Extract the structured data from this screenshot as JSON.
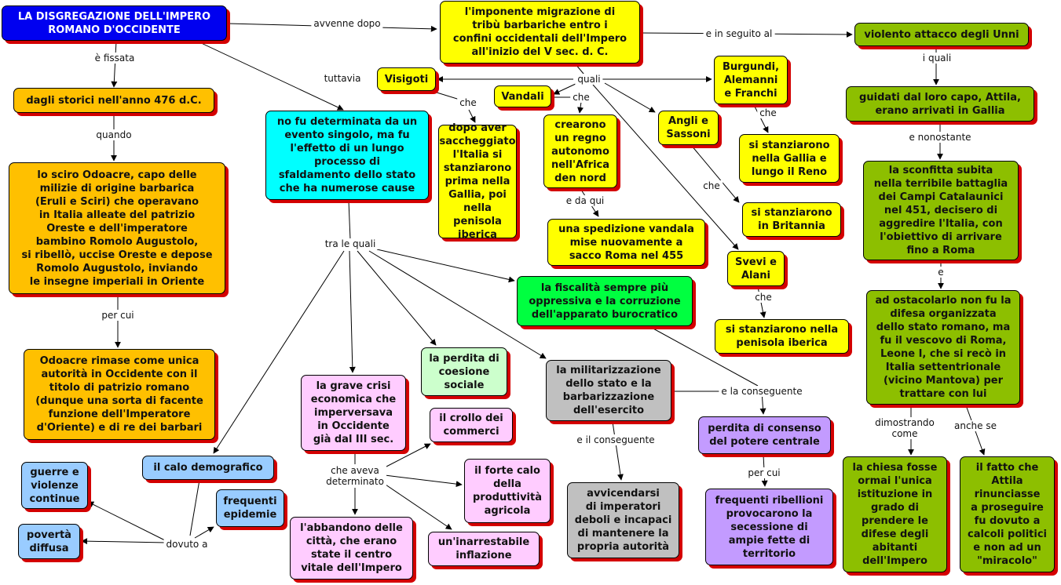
{
  "nodes": {
    "title": "LA DISGREGAZIONE DELL'IMPERO\nROMANO D'OCCIDENTE",
    "storici": "dagli storici nell'anno 476 d.C.",
    "odoacre": "lo sciro Odoacre, capo delle\nmilizie di origine barbarica\n(Eruli e Sciri) che operavano\nin Italia alleate del patrizio\nOreste e dell'imperatore\nbambino Romolo Augustolo,\nsi ribellò, uccise Oreste e depose\nRomolo Augustolo, inviando\nle insegne imperiali in Oriente",
    "patrizio": "Odoacre rimase come unica\nautorità in Occidente con il\ntitolo di patrizio romano\n(dunque una sorta di facente\nfunzione dell'Imperatore\nd'Oriente) e di re dei barbari",
    "evento": "no fu determinata da un\nevento singolo, ma fu\nl'effetto di un lungo\nprocesso di\nsfaldamento dello stato\nche ha numerose cause",
    "migrazione": "l'imponente migrazione di\ntribù barbariche entro i\nconfini occidentali dell'Impero\nall'inizio del V sec. d. C.",
    "unni": "violento attacco degli Unni",
    "attila": "guidati dal loro capo, Attila,\nerano arrivati in Gallia",
    "catalaunici": "la sconfitta subita\nnella terribile battaglia\ndei Campi Catalaunici\nnel 451, decisero di\naggredire l'Italia, con\nl'obiettivo di arrivare\nfino a Roma",
    "leone": "ad ostacolarlo non fu la\ndifesa organizzata\ndello stato romano, ma\nfu il vescovo di Roma,\nLeone I, che si recò in\nItalia settentrionale\n(vicino Mantova) per\ntrattare con lui",
    "chiesa": "la chiesa fosse\normai l'unica\nistituzione in\ngrado di\nprendere le\ndifese degli\nabitanti\ndell'Impero",
    "miracolo": "il fatto che\nAttila\nrinunciasse\na proseguire\nfu dovuto a\ncalcoli politici\ne non ad un\n\"miracolo\"",
    "visigoti": "Visigoti",
    "vandali": "Vandali",
    "burgundi": "Burgundi,\nAlemanni\ne Franchi",
    "angli": "Angli e\nSassoni",
    "svevi": "Svevi e\nAlani",
    "visigoti_desc": "dopo aver\nsaccheggiato\nl'Italia si\nstanziarono\nprima nella\nGallia, poi\nnella penisola\niberica",
    "vandali_desc": "crearono\nun regno\nautonomo\nnell'Africa\nden nord",
    "spedizione": "una spedizione vandala\nmise nuovamente a\nsacco Roma nel 455",
    "gallia_reno": "si stanziarono\nnella Gallia e\nlungo il Reno",
    "britannia": "si stanziarono\nin Britannia",
    "iberica": "si stanziarono nella\npenisola iberica",
    "fiscalita": "la fiscalità sempre più\noppressiva e la corruzione\ndell'apparato burocratico",
    "coesione": "la perdita di\ncoesione\nsociale",
    "militarizzazione": "la militarizzazione\ndello stato e la\nbarbarizzazione\ndell'esercito",
    "consenso": "perdita di consenso\ndel potere centrale",
    "ribellioni": "frequenti ribellioni\nprovocarono la\nsecessione di\nampie fette di\nterritorio",
    "imperatori": "avvicendarsi\ndi imperatori\ndeboli e incapaci\ndi mantenere la\npropria autorità",
    "crisi": "la grave crisi\neconomica che\nimperversava\nin Occidente\ngià dal III sec.",
    "commerci": "il crollo dei\ncommerci",
    "produttivita": "il forte calo\ndella\nproduttività\nagricola",
    "inflazione": "un'inarrestabile\ninflazione",
    "citta": "l'abbandono delle\ncittà, che erano\nstate il centro\nvitale dell'Impero",
    "demografico": "il calo demografico",
    "guerre": "guerre e\nviolenze\ncontinue",
    "epidemie": "frequenti\nepidemie",
    "poverta": "povertà\ndiffusa"
  },
  "links": {
    "avvenne_dopo": "avvenne dopo",
    "e_fissata": "è fissata",
    "quando": "quando",
    "per_cui_1": "per cui",
    "tuttavia": "tuttavia",
    "e_in_seguito": "e in seguito al",
    "quali_1": "quali",
    "i_quali": "i quali",
    "e_nonostante": "e nonostante",
    "e": "e",
    "dimostrando": "dimostrando\ncome",
    "anche_se": "anche se",
    "che_1": "che",
    "che_2": "che",
    "che_3": "che",
    "che_4": "che",
    "che_5": "che",
    "e_da_qui": "e da qui",
    "tra_le_quali": "tra le quali",
    "e_la_conseguente": "e la conseguente",
    "e_il_conseguente": "e il conseguente",
    "per_cui_2": "per cui",
    "che_aveva": "che aveva\ndeterminato",
    "dovuto_a": "dovuto a"
  },
  "colors": {
    "title_fill": "#0000f0",
    "orange": "#ffc000",
    "yellow": "#ffff00",
    "cyan": "#00ffff",
    "olive_green": "#8dbf00",
    "bright_green": "#00ff40",
    "mint": "#ccffcc",
    "gray": "#c0c0c0",
    "pink": "#ffccff",
    "violet": "#c39bff",
    "light_blue": "#99ccff",
    "shadow": "#d40000"
  }
}
